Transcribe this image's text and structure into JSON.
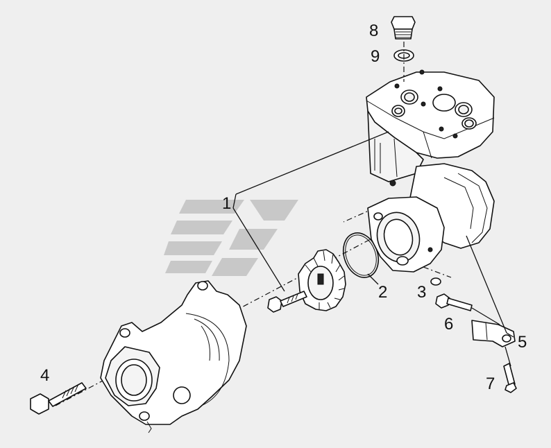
{
  "diagram": {
    "callouts": [
      {
        "id": "1",
        "label": "1"
      },
      {
        "id": "2",
        "label": "2"
      },
      {
        "id": "3",
        "label": "3"
      },
      {
        "id": "4",
        "label": "4"
      },
      {
        "id": "5",
        "label": "5"
      },
      {
        "id": "6",
        "label": "6"
      },
      {
        "id": "7",
        "label": "7"
      },
      {
        "id": "8",
        "label": "8"
      },
      {
        "id": "9",
        "label": "9"
      }
    ],
    "colors": {
      "background": "#efefef",
      "line": "#111111",
      "watermark": "#c8c8c8"
    }
  }
}
